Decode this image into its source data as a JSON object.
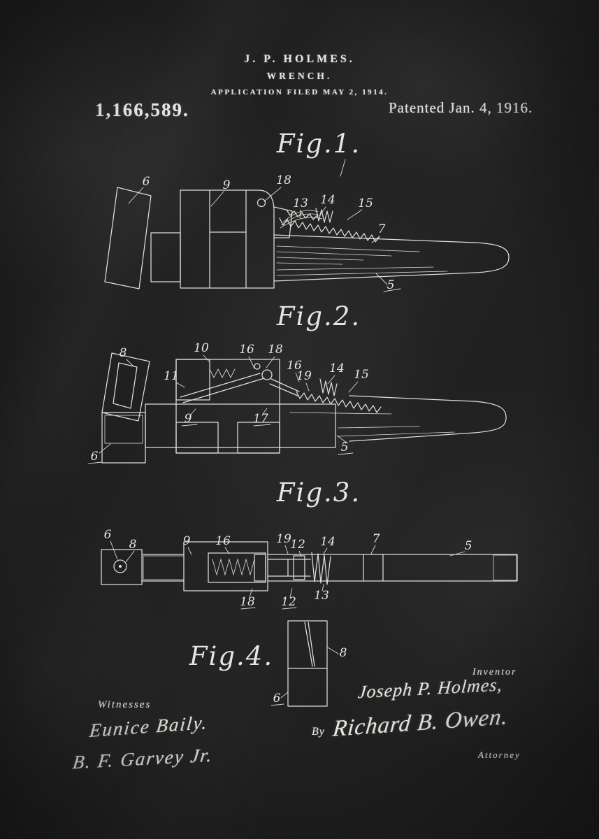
{
  "poster": {
    "header": {
      "inventor_name": "J. P. HOLMES.",
      "invention_title": "WRENCH.",
      "application_line": "APPLICATION FILED MAY 2, 1914.",
      "patent_number": "1,166,589.",
      "patent_date": "Patented Jan. 4, 1916."
    },
    "figures": {
      "fig1": {
        "label": "Fig.1.",
        "refs": [
          "6",
          "9",
          "18",
          "13",
          "14",
          "15",
          "7",
          "5"
        ]
      },
      "fig2": {
        "label": "Fig.2.",
        "refs": [
          "8",
          "10",
          "16",
          "18",
          "11",
          "16",
          "19",
          "14",
          "15",
          "9",
          "17",
          "6",
          "5"
        ]
      },
      "fig3": {
        "label": "Fig.3.",
        "refs": [
          "6",
          "8",
          "9",
          "16",
          "19",
          "12",
          "14",
          "7",
          "5",
          "18",
          "12",
          "13"
        ]
      },
      "fig4": {
        "label": "Fig.4.",
        "refs": [
          "8",
          "6"
        ]
      }
    },
    "footer": {
      "witnesses_label": "Witnesses",
      "witness_signature_1": "Eunice Baily.",
      "witness_signature_2": "B. F. Garvey Jr.",
      "inventor_label": "Inventor",
      "inventor_signature": "Joseph P. Holmes,",
      "by_label": "By",
      "attorney_signature": "Richard B. Owen.",
      "attorney_label": "Attorney"
    },
    "colors": {
      "background": "#1f201f",
      "chalk": "#e6e5e1"
    }
  }
}
